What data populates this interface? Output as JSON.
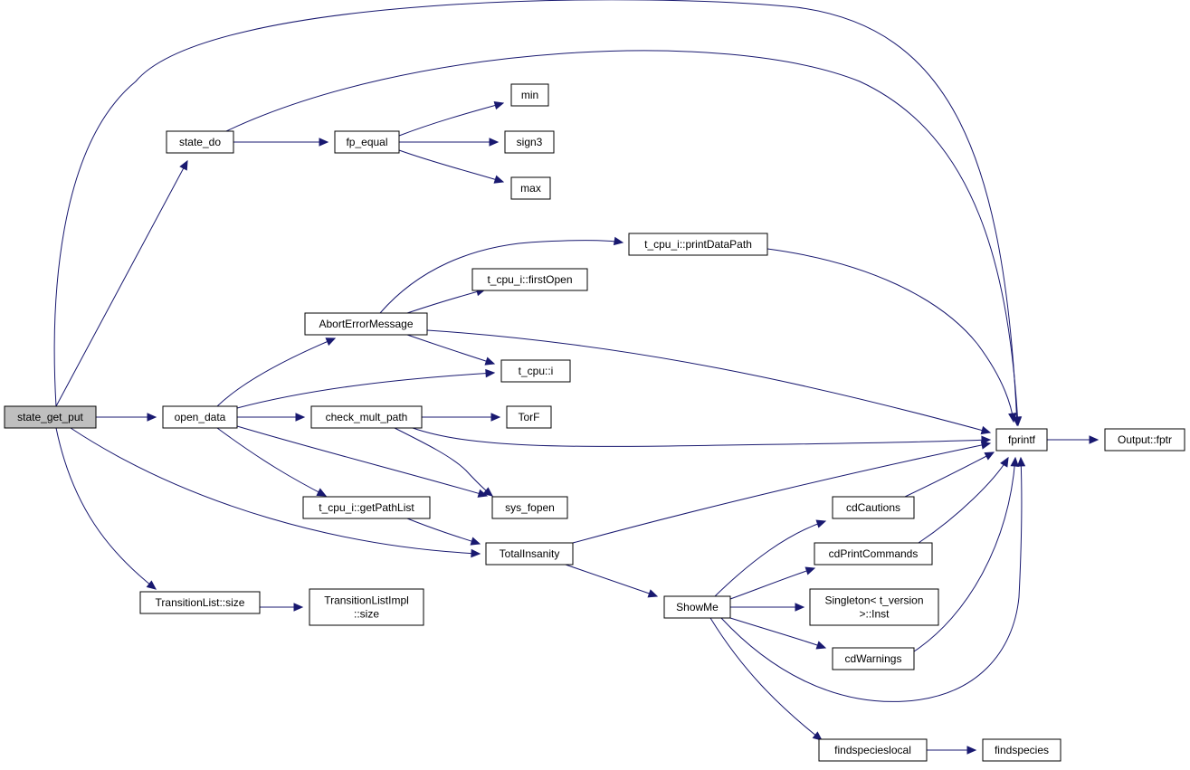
{
  "colors": {
    "edge": "#191970",
    "node_border": "#000000",
    "root_fill": "#bfbfbf",
    "node_fill": "#ffffff"
  },
  "nodes": {
    "state_get_put": {
      "label": [
        "state_get_put"
      ],
      "root": true
    },
    "state_do": {
      "label": [
        "state_do"
      ]
    },
    "fp_equal": {
      "label": [
        "fp_equal"
      ]
    },
    "min": {
      "label": [
        "min"
      ]
    },
    "sign3": {
      "label": [
        "sign3"
      ]
    },
    "max": {
      "label": [
        "max"
      ]
    },
    "printDataPath": {
      "label": [
        "t_cpu_i::printDataPath"
      ]
    },
    "firstOpen": {
      "label": [
        "t_cpu_i::firstOpen"
      ]
    },
    "AbortErrorMessage": {
      "label": [
        "AbortErrorMessage"
      ]
    },
    "t_cpu_i_op": {
      "label": [
        "t_cpu::i"
      ]
    },
    "open_data": {
      "label": [
        "open_data"
      ]
    },
    "check_mult_path": {
      "label": [
        "check_mult_path"
      ]
    },
    "TorF": {
      "label": [
        "TorF"
      ]
    },
    "fprintf": {
      "label": [
        "fprintf"
      ]
    },
    "Output_fptr": {
      "label": [
        "Output::fptr"
      ]
    },
    "getPathList": {
      "label": [
        "t_cpu_i::getPathList"
      ]
    },
    "sys_fopen": {
      "label": [
        "sys_fopen"
      ]
    },
    "cdCautions": {
      "label": [
        "cdCautions"
      ]
    },
    "TotalInsanity": {
      "label": [
        "TotalInsanity"
      ]
    },
    "cdPrintCommands": {
      "label": [
        "cdPrintCommands"
      ]
    },
    "TransitionList_size": {
      "label": [
        "TransitionList::size"
      ]
    },
    "TransitionListImpl_size": {
      "label": [
        "TransitionListImpl",
        "::size"
      ]
    },
    "ShowMe": {
      "label": [
        "ShowMe"
      ]
    },
    "Singleton_Inst": {
      "label": [
        "Singleton< t_version",
        ">::Inst"
      ]
    },
    "cdWarnings": {
      "label": [
        "cdWarnings"
      ]
    },
    "findspecieslocal": {
      "label": [
        "findspecieslocal"
      ]
    },
    "findspecies": {
      "label": [
        "findspecies"
      ]
    }
  },
  "edges": [
    [
      "state_get_put",
      "state_do"
    ],
    [
      "state_get_put",
      "fprintf"
    ],
    [
      "state_get_put",
      "open_data"
    ],
    [
      "state_get_put",
      "TotalInsanity"
    ],
    [
      "state_get_put",
      "TransitionList_size"
    ],
    [
      "state_do",
      "fp_equal"
    ],
    [
      "state_do",
      "fprintf"
    ],
    [
      "fp_equal",
      "min"
    ],
    [
      "fp_equal",
      "sign3"
    ],
    [
      "fp_equal",
      "max"
    ],
    [
      "open_data",
      "AbortErrorMessage"
    ],
    [
      "open_data",
      "t_cpu_i_op"
    ],
    [
      "open_data",
      "check_mult_path"
    ],
    [
      "open_data",
      "sys_fopen"
    ],
    [
      "open_data",
      "getPathList"
    ],
    [
      "AbortErrorMessage",
      "printDataPath"
    ],
    [
      "AbortErrorMessage",
      "firstOpen"
    ],
    [
      "AbortErrorMessage",
      "t_cpu_i_op"
    ],
    [
      "AbortErrorMessage",
      "fprintf"
    ],
    [
      "printDataPath",
      "fprintf"
    ],
    [
      "check_mult_path",
      "TorF"
    ],
    [
      "check_mult_path",
      "fprintf"
    ],
    [
      "check_mult_path",
      "sys_fopen"
    ],
    [
      "getPathList",
      "TotalInsanity"
    ],
    [
      "TotalInsanity",
      "fprintf"
    ],
    [
      "TotalInsanity",
      "ShowMe"
    ],
    [
      "fprintf",
      "Output_fptr"
    ],
    [
      "TransitionList_size",
      "TransitionListImpl_size"
    ],
    [
      "ShowMe",
      "cdCautions"
    ],
    [
      "ShowMe",
      "cdPrintCommands"
    ],
    [
      "ShowMe",
      "Singleton_Inst"
    ],
    [
      "ShowMe",
      "cdWarnings"
    ],
    [
      "ShowMe",
      "fprintf"
    ],
    [
      "ShowMe",
      "findspecieslocal"
    ],
    [
      "cdCautions",
      "fprintf"
    ],
    [
      "cdPrintCommands",
      "fprintf"
    ],
    [
      "cdWarnings",
      "fprintf"
    ],
    [
      "findspecieslocal",
      "findspecies"
    ]
  ]
}
